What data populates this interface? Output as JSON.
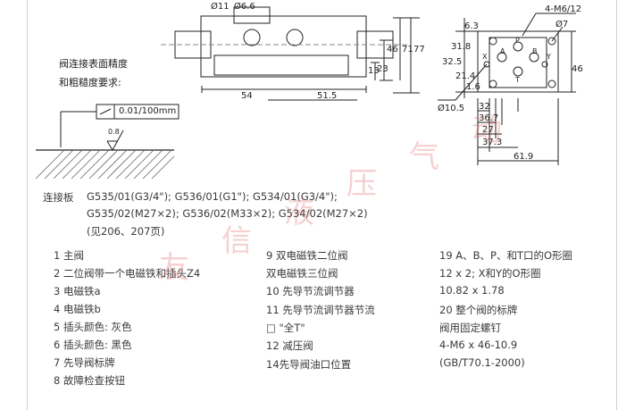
{
  "drawing": {
    "left_dims": [
      "Ø11",
      "Ø6.6",
      "54",
      "51.5",
      "46",
      "23",
      "13",
      "71",
      "77"
    ],
    "flatness_title": "阀连接表面精度",
    "roughness_title": "和粗糙度要求:",
    "flatness_value": "0.01/100mm",
    "roughness_value": "0.8",
    "right_dims": [
      "4-M6/12",
      "Ø7",
      "6.3",
      "31.8",
      "32.5",
      "21.4",
      "46",
      "1.6",
      "Ø10.5",
      "32",
      "36.7",
      "27",
      "37.3",
      "61.9"
    ],
    "port_labels": [
      "P",
      "T",
      "A",
      "B",
      "X",
      "Y"
    ]
  },
  "connection": {
    "label": "连接板",
    "line1": "G535/01(G3/4\"); G536/01(G1\"); G534/01(G3/4\");",
    "line2": "G535/02(M27×2); G536/02(M33×2); G534/02(M27×2)",
    "line3": "(见206、207页)"
  },
  "legend_col1": [
    "1  主阀",
    "2  二位阀带一个电磁铁和插头Z4",
    "3  电磁铁a",
    "4  电磁铁b",
    "5  插头颜色: 灰色",
    "6  插头颜色: 黑色",
    "7  先导阀标牌",
    "8  故障检查按钮"
  ],
  "legend_col2": [
    "9  双电磁铁二位阀",
    "   双电磁铁三位阀",
    "10  先导节流调节器",
    "11  先导节流调节器节流",
    "   □ \"全T\"",
    "12  减压阀",
    "14先导阀油口位置"
  ],
  "legend_col3": [
    "19 A、B、P、和T口的O形圈",
    "   12 x 2; X和Y的O形圈",
    "   10.82 x 1.78",
    "20 整个阀的标牌",
    "   阀用固定螺钉",
    "   4-M6 x 46-10.9",
    "   (GB/T70.1-2000)"
  ],
  "watermark": [
    "友",
    "信",
    "液",
    "压",
    "气",
    "动"
  ]
}
